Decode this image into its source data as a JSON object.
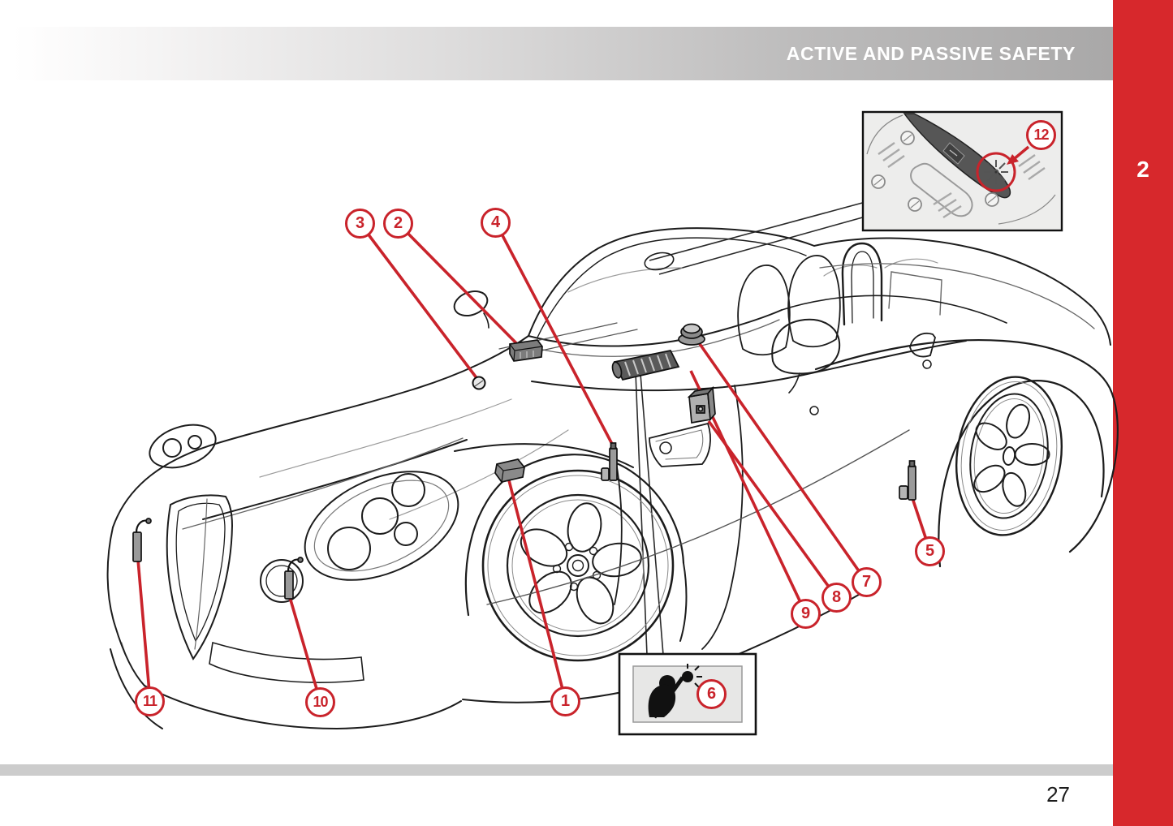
{
  "header": {
    "title": "ACTIVE AND PASSIVE SAFETY"
  },
  "sidebar": {
    "chapter_number": "2"
  },
  "footer": {
    "page_number": "27"
  },
  "figure": {
    "callouts": {
      "c1": "1",
      "c2": "2",
      "c3": "3",
      "c4": "4",
      "c5": "5",
      "c6": "6",
      "c7": "7",
      "c8": "8",
      "c9": "9",
      "c10": "10",
      "c11": "11",
      "c12": "12"
    },
    "icons": {
      "airbag_warning": "airbag-warning-icon",
      "overhead_console_button": "overhead-console-button-icon"
    },
    "colors": {
      "callout_red": "#c9232b",
      "sidebar_red": "#d7282c",
      "header_bar_gray": "#a9a8a8",
      "footer_bar_gray": "#cccccc"
    }
  }
}
